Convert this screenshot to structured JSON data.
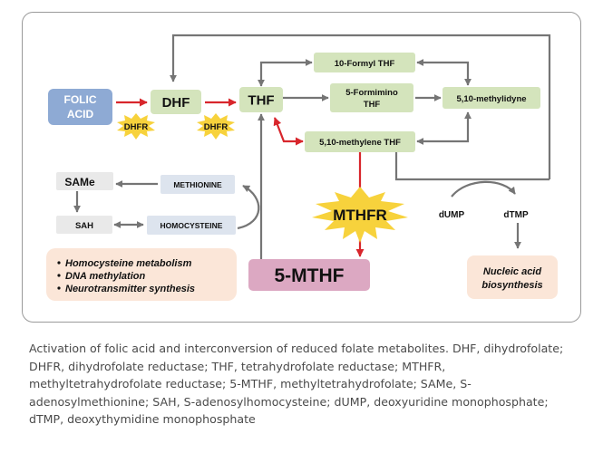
{
  "nodes": {
    "folic_acid": {
      "line1": "FOLIC",
      "line2": "ACID"
    },
    "dhf": "DHF",
    "thf": "THF",
    "formyl_thf": "10-Formyl THF",
    "formimino_thf": {
      "line1": "5-Formimino",
      "line2": "THF"
    },
    "methylidyne": "5,10-methylidyne",
    "methylene_thf": "5,10-methylene THF",
    "same": "SAMe",
    "sah": "SAH",
    "methionine": "METHIONINE",
    "homocysteine": "HOMOCYSTEINE",
    "mthf": "5-MTHF",
    "dump": "dUMP",
    "dtmp": "dTMP"
  },
  "enzymes": {
    "dhfr_1": "DHFR",
    "dhfr_2": "DHFR",
    "mthfr": "MTHFR"
  },
  "functions_box": [
    "Homocysteine metabolism",
    "DNA methylation",
    "Neurotransmitter synthesis"
  ],
  "nucleic_box": {
    "line1": "Nucleic acid",
    "line2": "biosynthesis"
  },
  "caption": "Activation of folic acid and interconversion of reduced folate metabolites. DHF, dihydrofolate; DHFR, dihydrofolate reductase; THF, tetrahydrofolate reductase; MTHFR, methyltetrahydrofolate reductase; 5-MTHF, methyltetrahydrofolate; SAMe, S-adenosylmethionine; SAH, S-adenosylhomocysteine; dUMP, deoxyuridine monophosphate; dTMP, deoxythymidine monophosphate",
  "colors": {
    "green_box": "#d4e4bc",
    "blue_box": "#8eaad4",
    "grey_box": "#e9e9e9",
    "methionine_box": "#dde4ee",
    "pink_box": "#dca8c2",
    "peach_box": "#fbe6d8",
    "burst": "#f7d23c",
    "red_arrow": "#d8262c",
    "grey_arrow": "#757575"
  }
}
